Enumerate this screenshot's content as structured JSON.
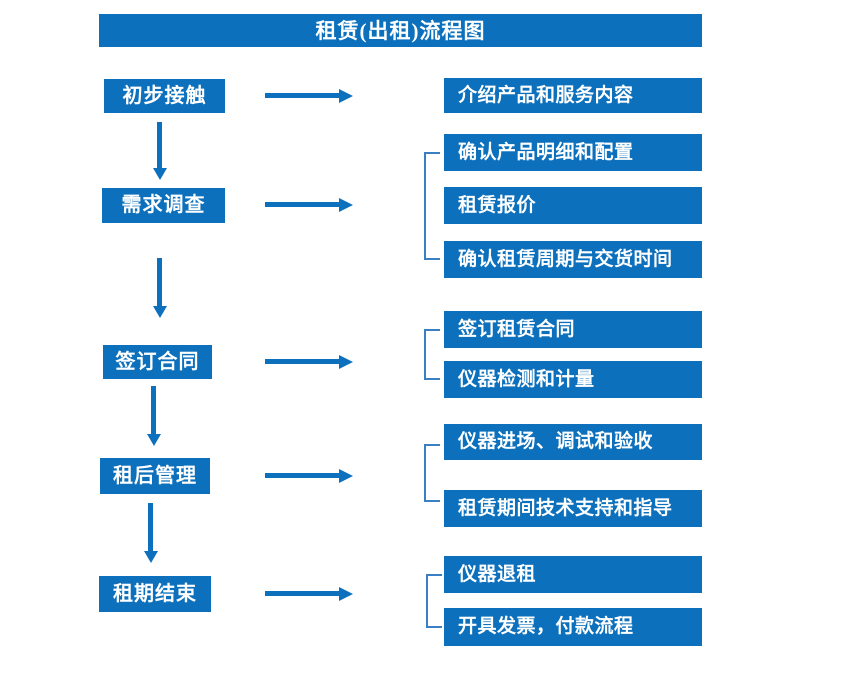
{
  "title": "租赁(出租)流程图",
  "colors": {
    "primary": "#0C70BC",
    "bracket": "#3A7FC2",
    "box_text": "#FFFFFF",
    "background": "#FFFFFF"
  },
  "flow": {
    "stages": [
      {
        "label": "初步接触",
        "details": [
          "介绍产品和服务内容"
        ]
      },
      {
        "label": "需求调查",
        "details": [
          "确认产品明细和配置",
          "租赁报价",
          "确认租赁周期与交货时间"
        ]
      },
      {
        "label": "签订合同",
        "details": [
          "签订租赁合同",
          "仪器检测和计量"
        ]
      },
      {
        "label": "租后管理",
        "details": [
          "仪器进场、调试和验收",
          "租赁期间技术支持和指导"
        ]
      },
      {
        "label": "租期结束",
        "details": [
          "仪器退租",
          "开具发票，付款流程"
        ]
      }
    ]
  }
}
